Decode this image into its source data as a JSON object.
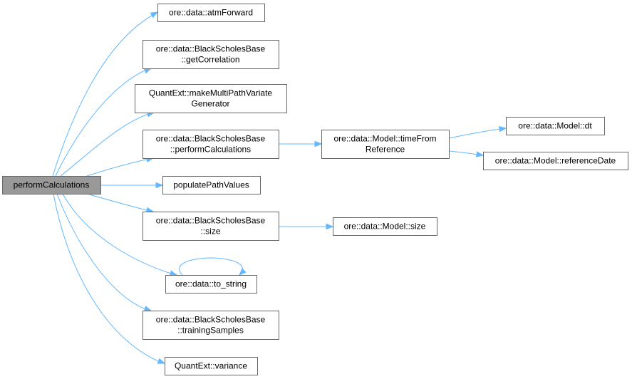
{
  "graph": {
    "root": "performCalculations",
    "nodes": {
      "root": {
        "lines": [
          "performCalculations"
        ]
      },
      "atm": {
        "lines": [
          "ore::data::atmForward"
        ]
      },
      "corr": {
        "lines": [
          "ore::data::BlackScholesBase",
          "::getCorrelation"
        ]
      },
      "mmpv": {
        "lines": [
          "QuantExt::makeMultiPathVariate",
          "Generator"
        ]
      },
      "perf": {
        "lines": [
          "ore::data::BlackScholesBase",
          "::performCalculations"
        ]
      },
      "pop": {
        "lines": [
          "populatePathValues"
        ]
      },
      "size": {
        "lines": [
          "ore::data::BlackScholesBase",
          "::size"
        ]
      },
      "tostr": {
        "lines": [
          "ore::data::to_string"
        ]
      },
      "train": {
        "lines": [
          "ore::data::BlackScholesBase",
          "::trainingSamples"
        ]
      },
      "var": {
        "lines": [
          "QuantExt::variance"
        ]
      },
      "tfr": {
        "lines": [
          "ore::data::Model::timeFrom",
          "Reference"
        ]
      },
      "msize": {
        "lines": [
          "ore::data::Model::size"
        ]
      },
      "dt": {
        "lines": [
          "ore::data::Model::dt"
        ]
      },
      "refdate": {
        "lines": [
          "ore::data::Model::referenceDate"
        ]
      }
    },
    "edges": [
      {
        "from": "root",
        "to": "atm"
      },
      {
        "from": "root",
        "to": "corr"
      },
      {
        "from": "root",
        "to": "mmpv"
      },
      {
        "from": "root",
        "to": "perf"
      },
      {
        "from": "root",
        "to": "pop"
      },
      {
        "from": "root",
        "to": "size"
      },
      {
        "from": "root",
        "to": "tostr"
      },
      {
        "from": "root",
        "to": "train"
      },
      {
        "from": "root",
        "to": "var"
      },
      {
        "from": "perf",
        "to": "tfr"
      },
      {
        "from": "tfr",
        "to": "dt"
      },
      {
        "from": "tfr",
        "to": "refdate"
      },
      {
        "from": "size",
        "to": "msize"
      },
      {
        "from": "tostr",
        "to": "tostr"
      }
    ],
    "colors": {
      "edge": "#63b8ff",
      "root_fill": "#999999",
      "node_fill": "#ffffff",
      "border": "#666666"
    }
  }
}
